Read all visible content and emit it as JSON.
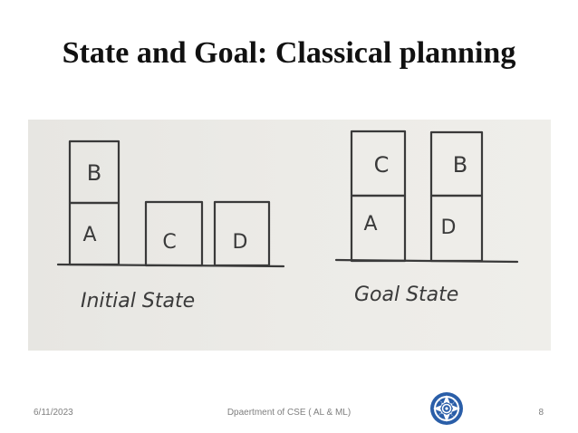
{
  "slide": {
    "title": "State and Goal: Classical planning"
  },
  "diagram": {
    "initial_state": {
      "caption": "Initial State",
      "stacks": [
        [
          "A",
          "B"
        ],
        [
          "C"
        ],
        [
          "D"
        ]
      ]
    },
    "goal_state": {
      "caption": "Goal State",
      "stacks": [
        [
          "A",
          "C"
        ],
        [
          "D",
          "B"
        ]
      ]
    }
  },
  "footer": {
    "date": "6/11/2023",
    "department": "Dpaertment of CSE ( AL & ML)",
    "page_number": "8"
  },
  "logo": {
    "icon": "college-emblem-icon",
    "primary_color": "#2a5ea8",
    "ring_color": "#ffffff"
  }
}
